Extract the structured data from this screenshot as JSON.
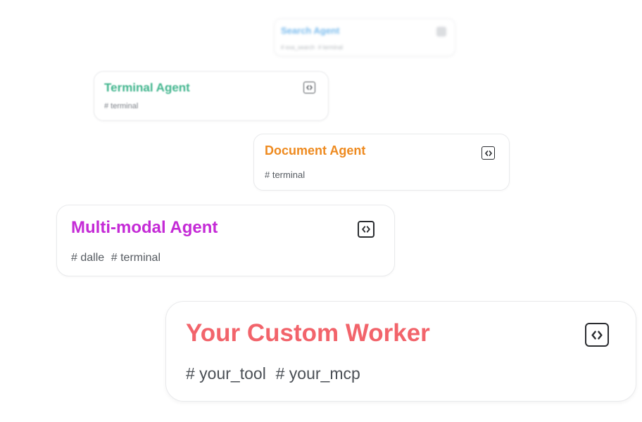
{
  "cards": [
    {
      "id": "search",
      "title": "Search Agent",
      "tags": [
        "# exa_search",
        "# terminal"
      ],
      "title_color": "#4aa3e8"
    },
    {
      "id": "terminal",
      "title": "Terminal Agent",
      "tags": [
        "# terminal"
      ],
      "title_color": "#3fb48c",
      "icon": "code-icon"
    },
    {
      "id": "document",
      "title": "Document Agent",
      "tags": [
        "# terminal"
      ],
      "title_color": "#ee8a1f",
      "icon": "code-icon"
    },
    {
      "id": "multimodal",
      "title": "Multi-modal Agent",
      "tags": [
        "# dalle",
        "# terminal"
      ],
      "title_color": "#c42ad6",
      "icon": "code-icon"
    },
    {
      "id": "custom",
      "title": "Your Custom Worker",
      "tags": [
        "# your_tool",
        "# your_mcp"
      ],
      "title_color": "#f2646b",
      "icon": "code-icon"
    }
  ]
}
